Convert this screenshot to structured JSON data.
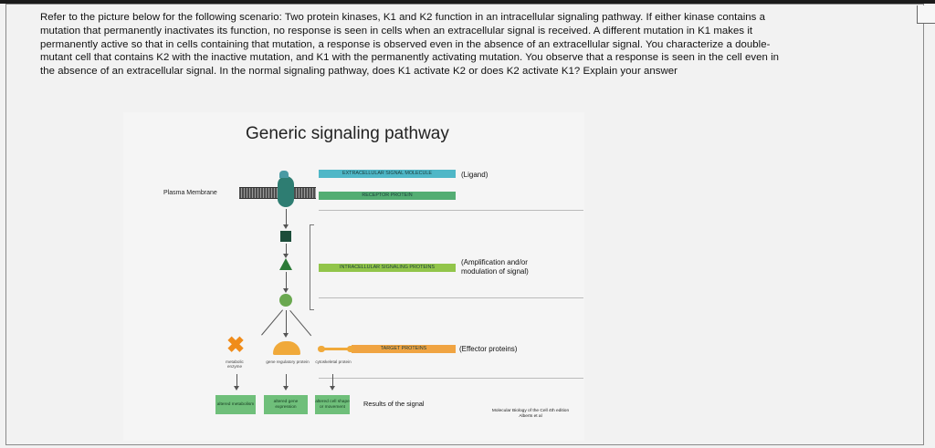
{
  "question": {
    "lines": [
      "Refer to the picture below for the following scenario: Two protein kinases, K1 and K2 function in an intracellular signaling pathway. If either kinase contains a",
      "mutation that permanently inactivates its function, no response is seen in cells when an extracellular signal is received. A different mutation in K1 makes it",
      "permanently active so that in cells containing that mutation, a response is observed even in the absence of an extracellular signal. You characterize a double-",
      "mutant cell that contains K2 with the inactive mutation, and K1 with the permanently activating mutation. You observe that a response is seen in the cell even in",
      "the absence of an extracellular signal. In the normal signaling pathway, does K1 activate K2 or does K2 activate K1? Explain your answer"
    ]
  },
  "figure": {
    "title": "Generic signaling pathway",
    "plasma_membrane_label": "Plasma Membrane",
    "bars": {
      "ligand": "EXTRACELLULAR SIGNAL MOLECULE",
      "receptor": "RECEPTOR PROTEIN",
      "signaling": "INTRACELLULAR SIGNALING PROTEINS",
      "target": "TARGET PROTEINS"
    },
    "notes": {
      "ligand": "(Ligand)",
      "amplification": "(Amplification and/or modulation of signal)",
      "effector": "(Effector proteins)",
      "results": "Results of the signal"
    },
    "effectors": {
      "metabolic": "metabolic enzyme",
      "gene_regulatory": "gene regulatory protein",
      "cytoskeletal": "cytoskeletal protein"
    },
    "results": {
      "metabolism": "altered metabolism",
      "gene_expression": "altered gene expression",
      "cell_shape": "altered cell shape or movement"
    },
    "credit": "Molecular Biology of the Cell 4th edition Alberts et al",
    "colors": {
      "ligand_bar": "#4fb7c7",
      "receptor_bar": "#54ad73",
      "signaling_bar": "#92c54a",
      "target_bar": "#f0a442",
      "results_box": "#6fbf7a"
    }
  }
}
